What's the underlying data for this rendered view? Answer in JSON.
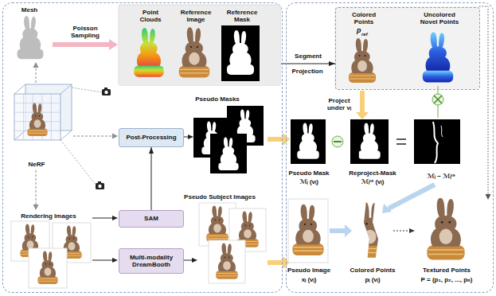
{
  "diagram": {
    "nodes": [
      {
        "text": [
          "Mesh",
          "Poisson Sampling",
          "NeRF",
          "Rendering Images",
          "Pseudo Masks",
          "Pseudo Subject Images"
        ]
      },
      {
        "text": [
          "Point Clouds",
          "Reference Image",
          "Reference Mask"
        ],
        "in": 0
      },
      {
        "text": [
          "Post-Processing"
        ],
        "in": 0
      },
      {
        "text": [
          "SAM"
        ],
        "in": 0
      },
      {
        "text": [
          "Multi-modality DreamBooth"
        ],
        "in": 0
      },
      {
        "text": [
          "Project under vᵢ",
          "Pseudo Mask",
          "ℳᵢ (vᵢ)",
          "Reproject-Mask",
          "ℳᵢʳᵉ (vᵢ)",
          "ℳᵢ − ℳᵢʳᵉ",
          "Pseudo Image",
          "xᵢ (vᵢ)",
          "Colored Points",
          "pᵢ (vᵢ)",
          "Textured Points",
          "P = (p₁, p₂, ..., pₙ)"
        ]
      },
      {
        "text": [
          "Colored Points",
          "p",
          "ref",
          "Uncolored Novel Points"
        ],
        "in": 5
      }
    ],
    "edges": [
      {
        "from": 3,
        "to": 2,
        "arrow": "to"
      },
      {
        "from": 1,
        "to": 6,
        "label": "Segment",
        "arrow": "to"
      }
    ],
    "labels": [
      "Projection"
    ]
  }
}
